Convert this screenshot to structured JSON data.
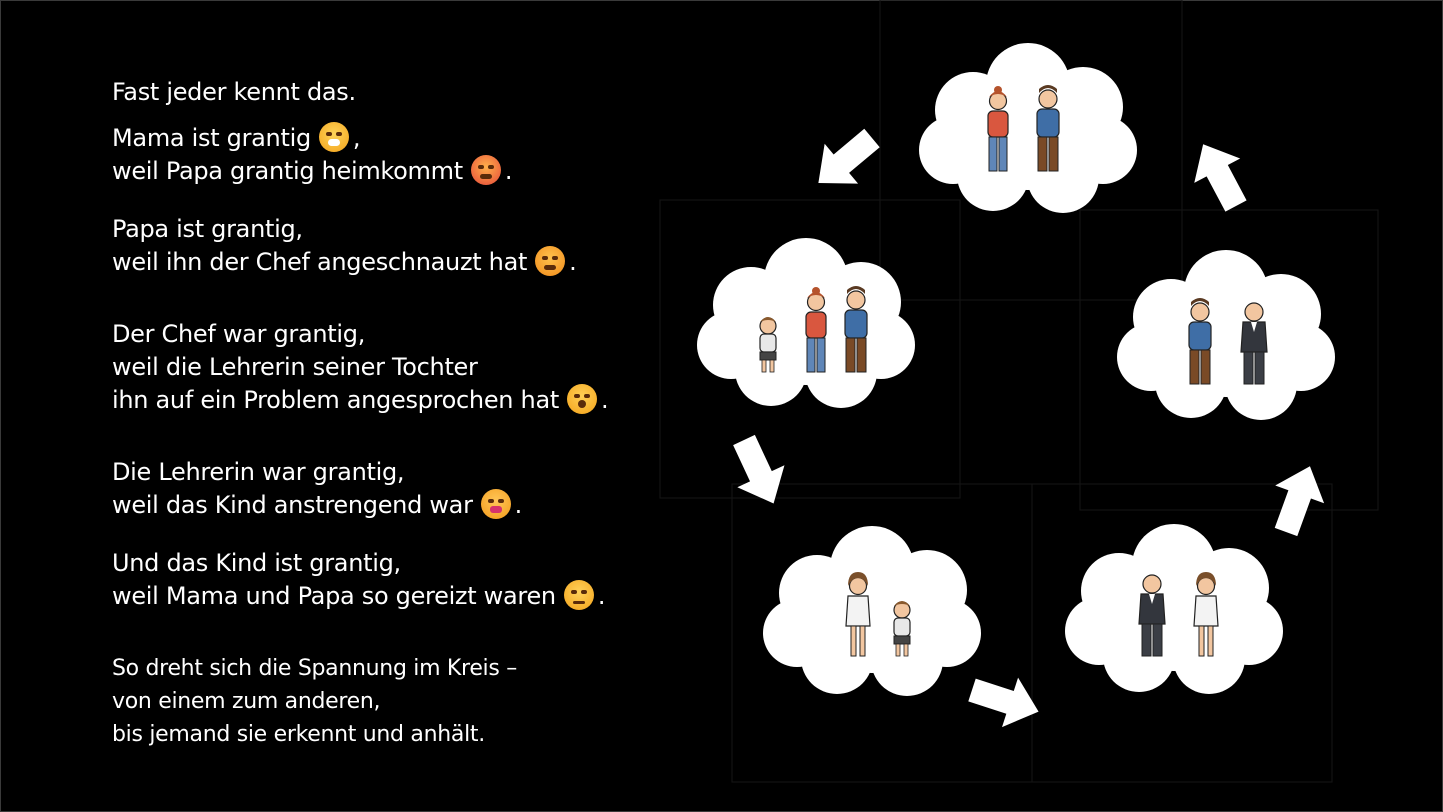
{
  "paragraphs": [
    {
      "lines": [
        "Fast jeder kennt das."
      ],
      "emoji": []
    },
    {
      "lines": [
        "Mama ist grantig",
        "weil Papa grantig heimkommt"
      ],
      "emoji": [
        "steam-face",
        "angry-face"
      ],
      "suffix": [
        ",",
        "."
      ]
    },
    {
      "lines": [
        "Papa ist grantig,",
        "weil ihn der Chef angeschnauzt hat"
      ],
      "emoji": [
        "",
        "tired-face"
      ],
      "suffix": [
        "",
        "."
      ]
    },
    {
      "lines": [
        "Der Chef war grantig,",
        "weil die Lehrerin seiner Tochter",
        "ihn auf ein Problem angesprochen hat"
      ],
      "emoji": [
        "",
        "",
        "shocked-face"
      ],
      "suffix": [
        "",
        "",
        "."
      ]
    },
    {
      "lines": [
        "Die Lehrerin war grantig,",
        "weil das Kind anstrengend war"
      ],
      "emoji": [
        "",
        "weary-face"
      ],
      "suffix": [
        "",
        "."
      ]
    },
    {
      "lines": [
        "Und das Kind ist grantig,",
        "weil Mama und Papa so gereizt waren"
      ],
      "emoji": [
        "",
        "pensive-face"
      ],
      "suffix": [
        "",
        "."
      ]
    },
    {
      "lines": [
        "So dreht sich die Spannung im Kreis –",
        "von einem zum anderen,",
        "bis jemand sie erkennt und anhält."
      ],
      "emoji": [],
      "suffix": []
    }
  ],
  "colors": {
    "background": "#000000",
    "text": "#ffffff",
    "cloud": "#ffffff"
  }
}
